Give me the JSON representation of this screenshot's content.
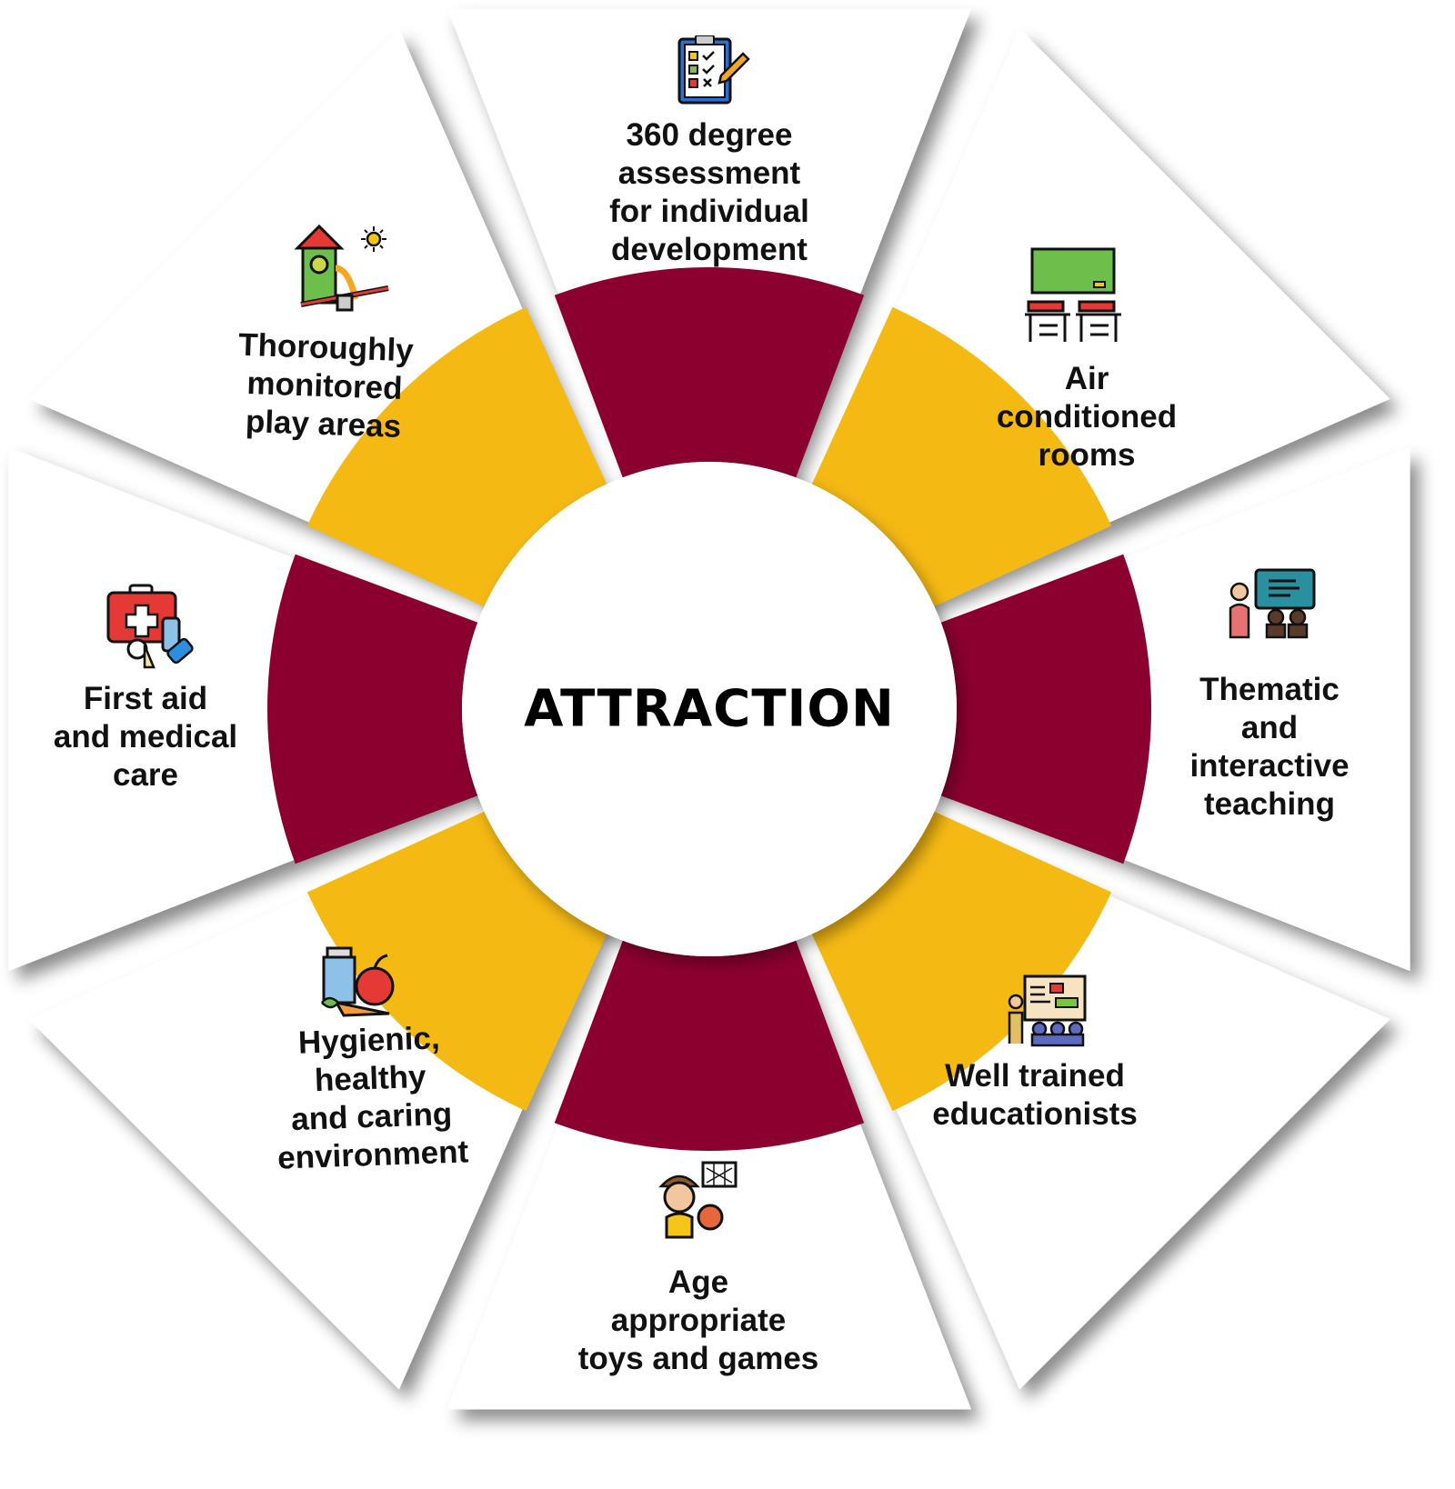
{
  "center_title": "ATTRACTION",
  "colors": {
    "crimson": "#8C0030",
    "yellow": "#F5B914",
    "wedge": "#FFFFFF"
  },
  "items": [
    {
      "lines": [
        "360 degree",
        "assessment",
        "for individual",
        "development"
      ],
      "icon": "checklist-icon",
      "ring": "crimson"
    },
    {
      "lines": [
        "Air",
        "conditioned",
        "rooms"
      ],
      "icon": "classroom-icon",
      "ring": "yellow"
    },
    {
      "lines": [
        "Thematic",
        "and",
        "interactive",
        "teaching"
      ],
      "icon": "teacher-board-icon",
      "ring": "crimson"
    },
    {
      "lines": [
        "Well trained",
        "educationists"
      ],
      "icon": "presentation-icon",
      "ring": "yellow"
    },
    {
      "lines": [
        "Age",
        "appropriate",
        "toys and games"
      ],
      "icon": "basketball-kid-icon",
      "ring": "crimson"
    },
    {
      "lines": [
        "Hygienic,",
        "healthy",
        "and caring",
        "environment"
      ],
      "icon": "healthy-food-icon",
      "ring": "yellow"
    },
    {
      "lines": [
        "First aid",
        "and medical",
        "care"
      ],
      "icon": "first-aid-kit-icon",
      "ring": "crimson"
    },
    {
      "lines": [
        "Thoroughly",
        "monitored",
        "play areas"
      ],
      "icon": "playground-icon",
      "ring": "yellow"
    }
  ]
}
